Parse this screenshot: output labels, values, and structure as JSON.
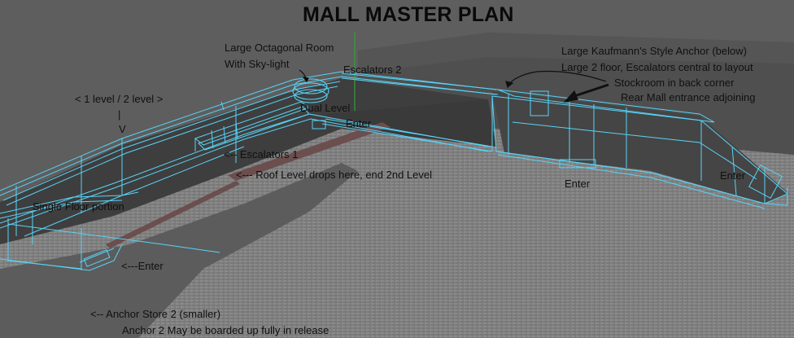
{
  "title": "MALL MASTER PLAN",
  "labels": {
    "octagonal_room_line1": "Large Octagonal Room",
    "octagonal_room_line2": "With Sky-light",
    "escalators_2": "Escalators 2",
    "dual_level": "Dual Level",
    "enter_upper": "Enter",
    "level_toggle": "< 1 level / 2 level >",
    "level_pipe": "|",
    "level_v": "V",
    "escalators_1": "<-- Escalators 1",
    "roof_level": "<--- Roof Level drops here, end 2nd Level",
    "single_floor": "Single Floor portion",
    "enter_lower": "<---Enter",
    "anchor2_line1": "<--   Anchor Store 2 (smaller)",
    "anchor2_line2": "Anchor 2 May be boarded up fully in release",
    "kaufmann_line1": "Large Kaufmann's Style Anchor (below)",
    "kaufmann_line2": "Large 2 floor, Escalators central to layout",
    "stockroom": "Stockroom in back corner",
    "rear_entrance": "Rear Mall entrance adjoining",
    "enter_mid": "Enter",
    "enter_right": "Enter"
  },
  "colors": {
    "background": "#5e5e5e",
    "ground_plane": "#838383",
    "dark_surface": "#3f3f3f",
    "building_block": "#4e4e4e",
    "wireframe": "#58d3f7",
    "text": "#101010",
    "axis_green": "#35a03a"
  }
}
